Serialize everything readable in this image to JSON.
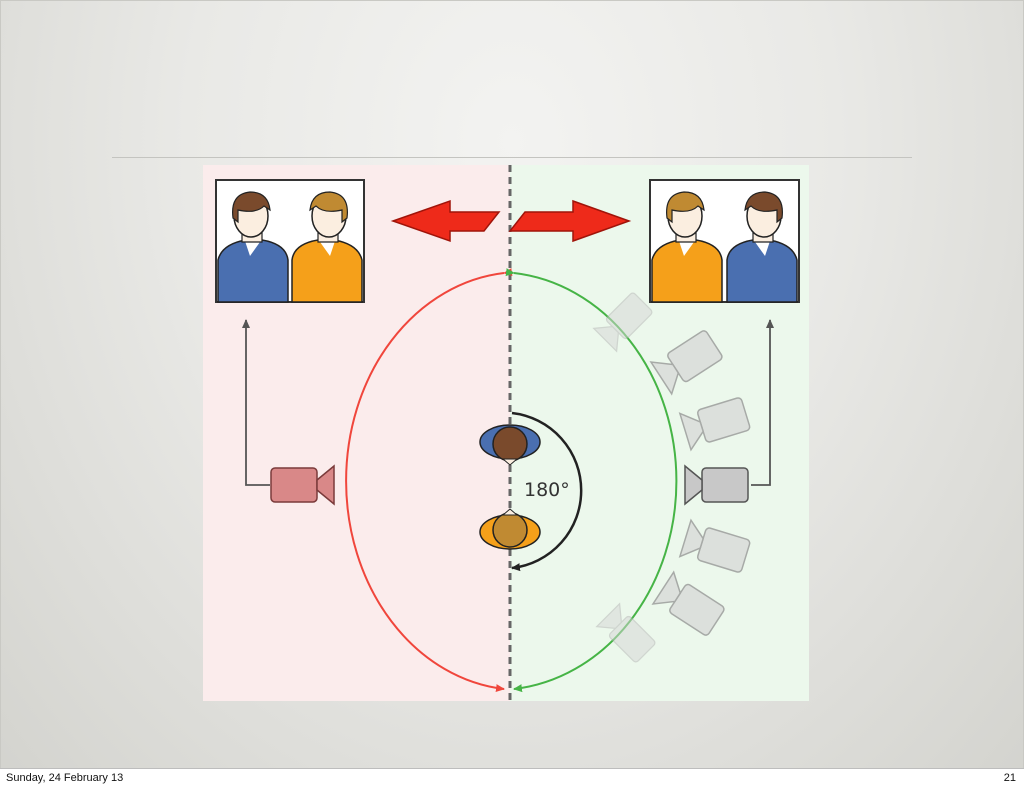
{
  "diagram": {
    "angle_label": "180°",
    "colors": {
      "left_region": "#fbecec",
      "right_region": "#ecf8ec",
      "red_arc": "#f0463c",
      "green_arc": "#46b446",
      "swap_arrow": "#ee2a1a",
      "person_blue": "#4a6fb0",
      "person_orange": "#f5a01a"
    }
  },
  "footer": {
    "date": "Sunday, 24 February 13",
    "page": "21"
  }
}
